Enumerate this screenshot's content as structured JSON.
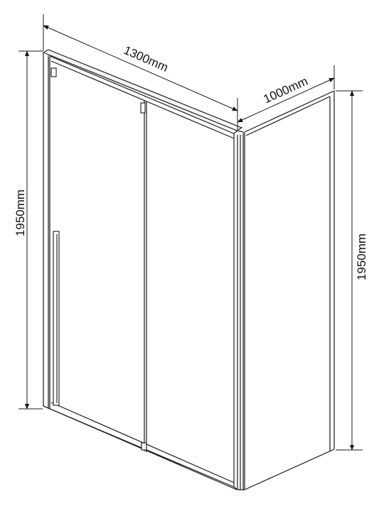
{
  "dimensions": {
    "front_width": "1300mm",
    "side_width": "1000mm",
    "front_height": "1950mm",
    "side_height": "1950mm"
  },
  "colors": {
    "line": "#1a1a1a",
    "background": "#ffffff"
  }
}
